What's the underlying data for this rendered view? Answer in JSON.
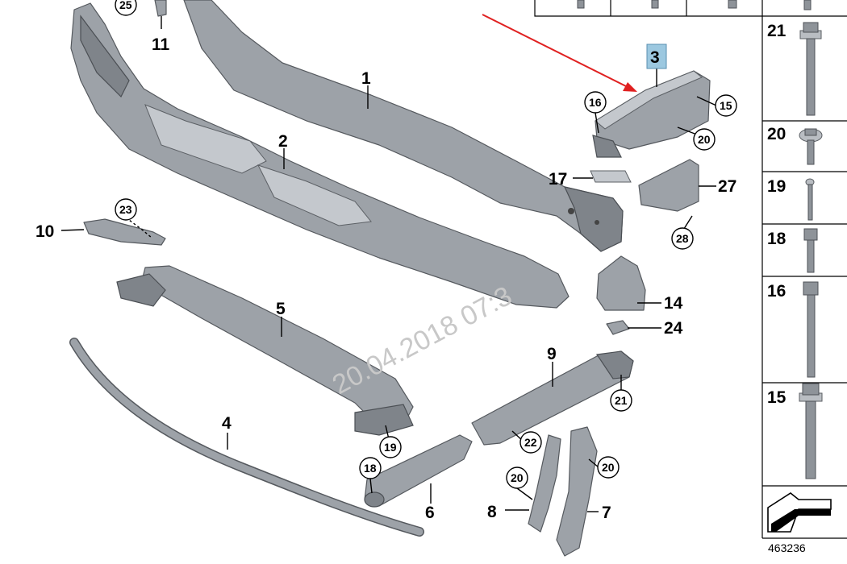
{
  "diagram": {
    "callouts": {
      "p1": "1",
      "p2": "2",
      "p3": "3",
      "p4": "4",
      "p5": "5",
      "p6": "6",
      "p7": "7",
      "p8": "8",
      "p9": "9",
      "p10": "10",
      "p11": "11",
      "p14": "14",
      "p17": "17",
      "p24": "24",
      "p27": "27",
      "c15": "15",
      "c16": "16",
      "c18": "18",
      "c19": "19",
      "c20a": "20",
      "c20b": "20",
      "c20c": "20",
      "c21": "21",
      "c22": "22",
      "c23": "23",
      "c25": "25",
      "c28": "28"
    },
    "sidebar": {
      "items": [
        {
          "number": "21"
        },
        {
          "number": "20"
        },
        {
          "number": "19"
        },
        {
          "number": "18"
        },
        {
          "number": "16"
        },
        {
          "number": "15"
        }
      ]
    },
    "watermark": "20.04.2018 07:3",
    "diagram_id": "463236",
    "colors": {
      "arrow": "#e02020",
      "highlight": "#9cc8e0",
      "part_fill": "#9da2a8"
    }
  }
}
